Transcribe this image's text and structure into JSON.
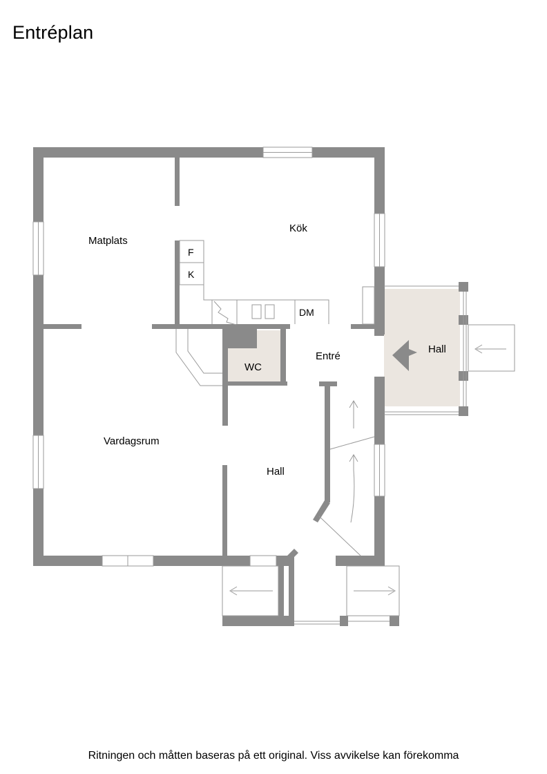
{
  "title": "Entréplan",
  "rooms": {
    "matplats": "Matplats",
    "kok": "Kök",
    "vardagsrum": "Vardagsrum",
    "entre": "Entré",
    "wc": "WC",
    "hall_main": "Hall",
    "hall_porch": "Hall"
  },
  "appliances": {
    "fridge": "F",
    "freezer": "K",
    "dishwasher": "DM"
  },
  "colors": {
    "wall": "#8a8a8a",
    "room_fill": "#ebe6e0",
    "line": "#9a9a9a"
  },
  "footer": "Ritningen och måtten baseras på ett original. Viss avvikelse kan förekomma"
}
